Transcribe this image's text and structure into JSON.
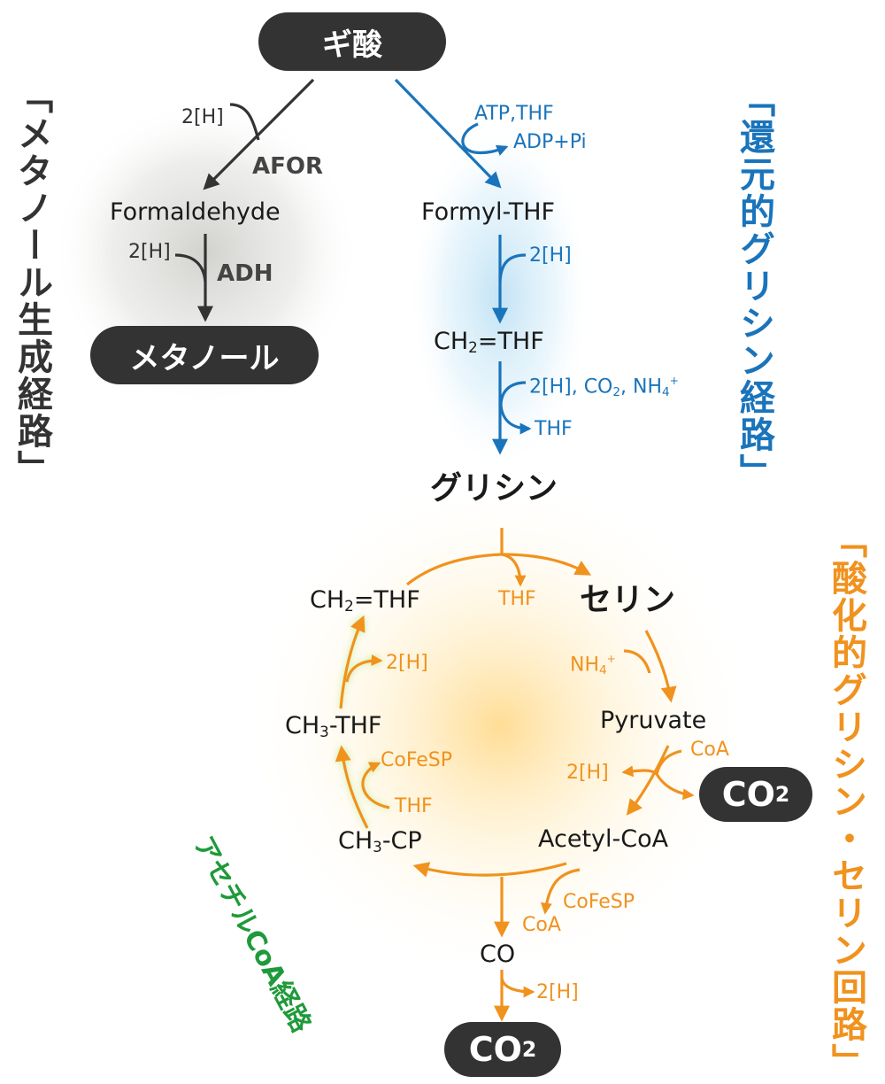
{
  "colors": {
    "methanol": "#333333",
    "reductive": "#1a74bb",
    "oxidative": "#f0921e",
    "acetylcoa": "#1f9a3a",
    "text": "#1a1a1a",
    "pill": "#333333"
  },
  "formate": "ギ酸",
  "methanol_pathway": {
    "title_open": "「",
    "title": "メタノール生成経路",
    "title_close": "」",
    "cofactor_1": "2[H]",
    "enzyme_1": "AFOR",
    "formaldehyde": "Formaldehyde",
    "cofactor_2": "2[H]",
    "enzyme_2": "ADH",
    "methanol": "メタノール"
  },
  "reductive_glycine_pathway": {
    "title_open": "「",
    "title": "還元的グリシン経路",
    "title_close": "」",
    "atp_thf": "ATP,THF",
    "adp_pi": "ADP+Pi",
    "formyl_thf": "Formyl-THF",
    "cofactor_2h": "2[H]",
    "ch2_thf_pre": "CH",
    "ch2_thf_sub": "2",
    "ch2_thf_post": "=THF",
    "inputs_pre": "2[H], CO",
    "inputs_sub": "2",
    "inputs_mid": ", NH",
    "inputs_sub2": "4",
    "inputs_sup": "+",
    "thf_out": "THF",
    "glycine": "グリシン"
  },
  "oxidative_cycle": {
    "title_open": "「",
    "title": "酸化的グリシン・セリン回路",
    "title_close": "」",
    "thf_out": "THF",
    "serine": "セリン",
    "nh4_pre": "NH",
    "nh4_sub": "4",
    "nh4_sup": "+",
    "pyruvate": "Pyruvate",
    "coa_in": "CoA",
    "cofactor_2h": "2[H]",
    "co2_pre": "CO",
    "co2_sub": "2",
    "acetyl_coa": "Acetyl-CoA",
    "cofesp": "CoFeSP",
    "coa_out": "CoA",
    "co": "CO",
    "cofactor_2h_co": "2[H]",
    "co2b_pre": "CO",
    "co2b_sub": "2",
    "ch3_cp_pre": "CH",
    "ch3_cp_sub": "3",
    "ch3_cp_post": "-CP",
    "thf_in": "THF",
    "cofesp_left": "CoFeSP",
    "ch3_thf_pre": "CH",
    "ch3_thf_sub": "3",
    "ch3_thf_post": "-THF",
    "cofactor_2h_left": "2[H]",
    "ch2_thf_pre": "CH",
    "ch2_thf_sub": "2",
    "ch2_thf_post": "=THF"
  },
  "acetylcoa_pathway": {
    "title": "アセチルCoA経路"
  }
}
